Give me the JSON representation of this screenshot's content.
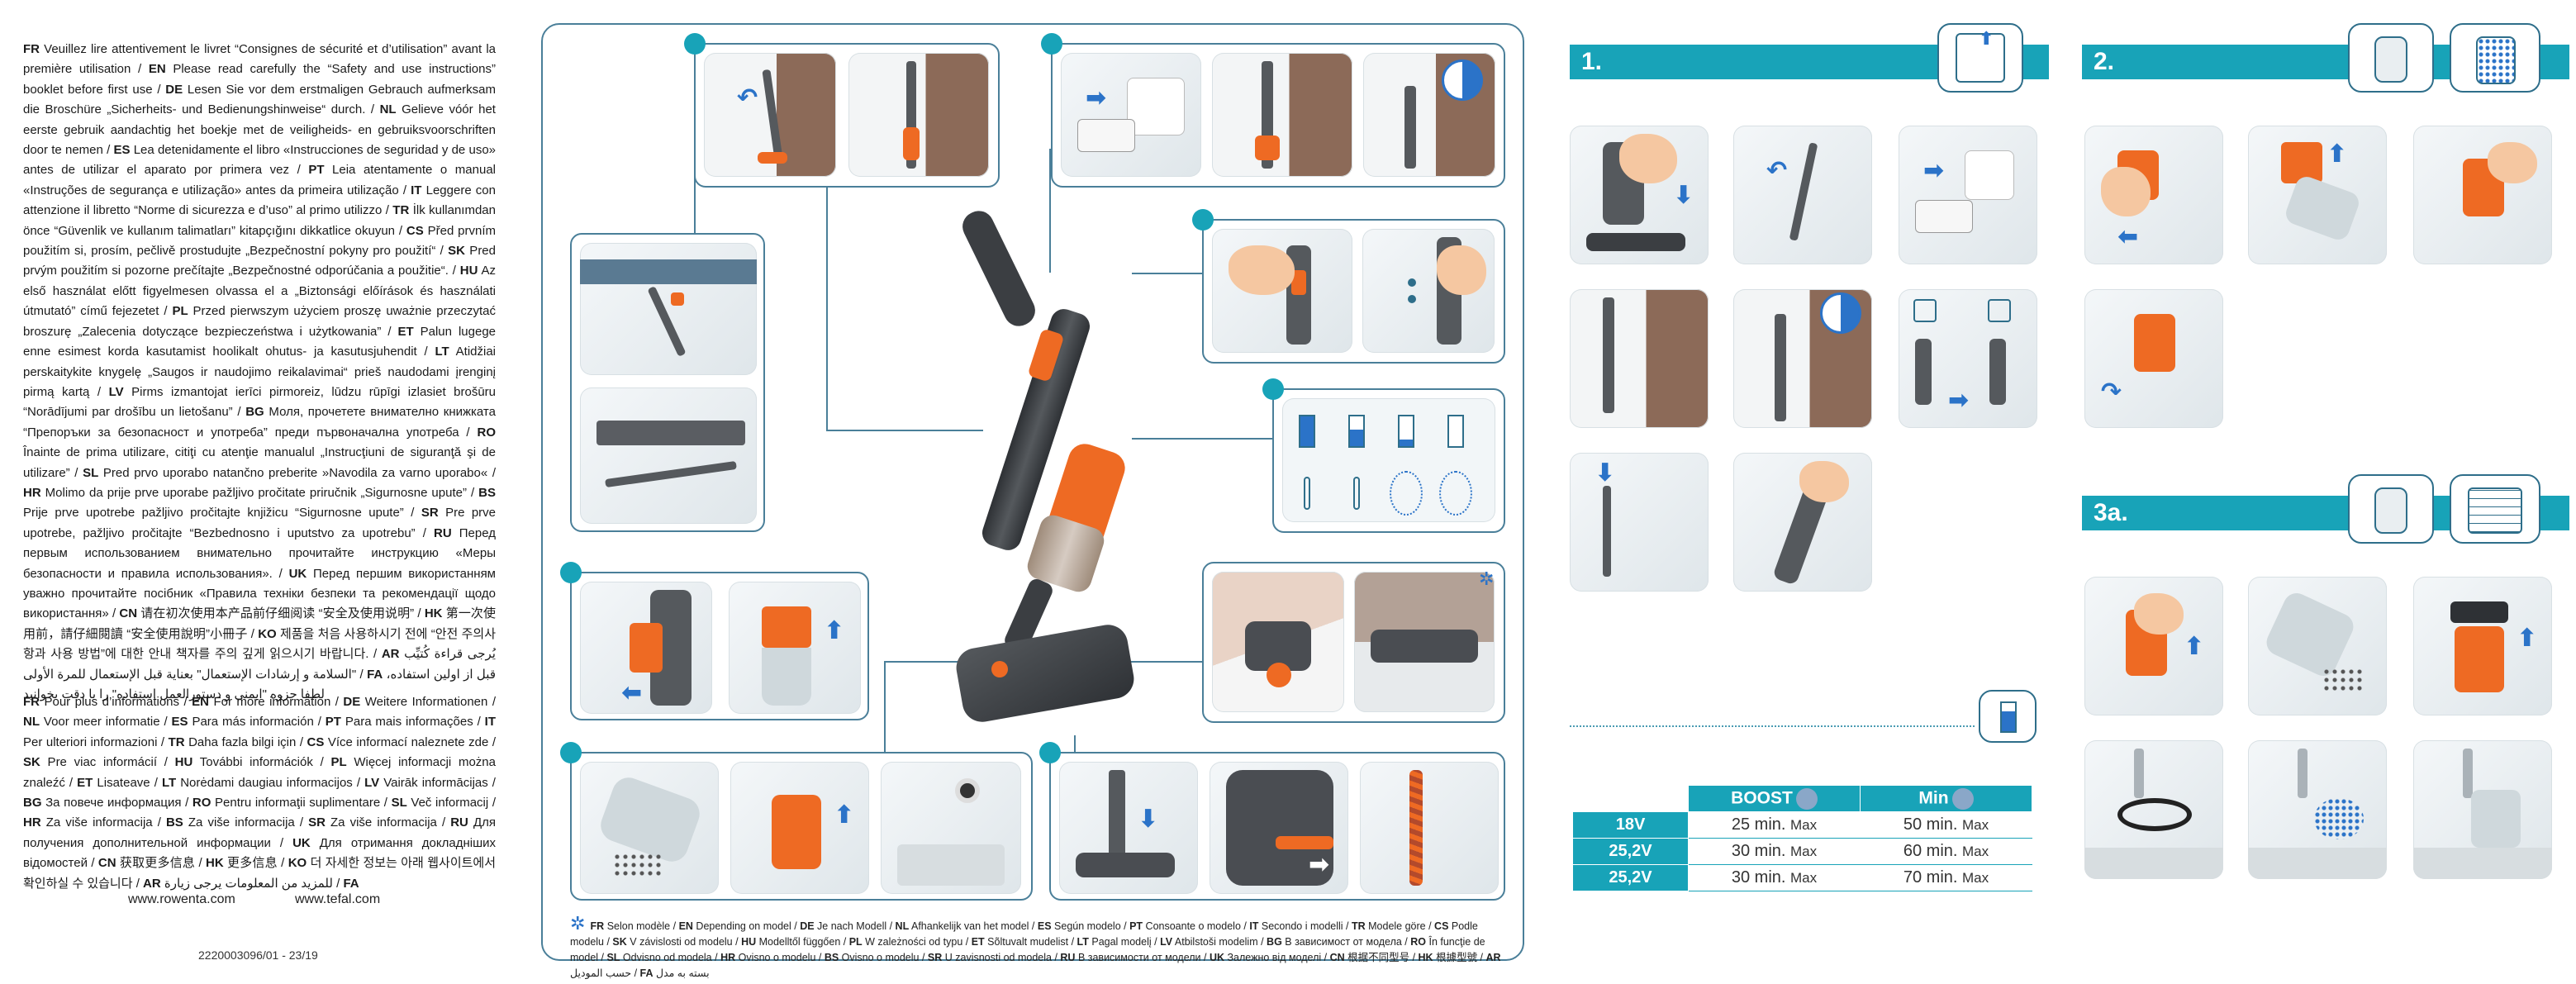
{
  "safety_text": [
    {
      "code": "FR",
      "text": "Veuillez lire attentivement le livret “Consignes de sécurité et d’utilisation” avant la première utilisation"
    },
    {
      "code": "EN",
      "text": "Please read carefully the “Safety and use instructions” booklet before first use"
    },
    {
      "code": "DE",
      "text": "Lesen Sie vor dem erstmaligen Gebrauch aufmerksam die Broschüre „Sicherheits- und Bedienungshinweise“ durch."
    },
    {
      "code": "NL",
      "text": "Gelieve vóór het eerste gebruik aandachtig het boekje met de veiligheids- en gebruiksvoorschriften door te nemen"
    },
    {
      "code": "ES",
      "text": "Lea detenidamente el libro «Instrucciones de seguridad y de uso» antes de utilizar el aparato por primera vez"
    },
    {
      "code": "PT",
      "text": "Leia atentamente o manual «Instruções de segurança e utilização» antes da primeira utilização"
    },
    {
      "code": "IT",
      "text": "Leggere con attenzione il libretto “Norme di sicurezza e d’uso” al primo utilizzo"
    },
    {
      "code": "TR",
      "text": "İlk kullanımdan önce “Güvenlik ve kullanım talimatları” kitapçığını dikkatlice okuyun"
    },
    {
      "code": "CS",
      "text": "Před prvním použitím si, prosím, pečlivě prostudujte „Bezpečnostní pokyny pro použití“"
    },
    {
      "code": "SK",
      "text": "Pred prvým použitím si pozorne prečítajte „Bezpečnostné odporúčania a použitie“."
    },
    {
      "code": "HU",
      "text": "Az első használat előtt figyelmesen olvassa el a „Biztonsági előírások és használati útmutató” című fejezetet"
    },
    {
      "code": "PL",
      "text": "Przed pierwszym użyciem proszę uważnie przeczytać broszurę „Zalecenia dotyczące bezpieczeństwa i użytkowania”"
    },
    {
      "code": "ET",
      "text": "Palun lugege enne esimest korda kasutamist hoolikalt ohutus- ja kasutusjuhendit"
    },
    {
      "code": "LT",
      "text": "Atidžiai perskaitykite knygelę „Saugos ir naudojimo reikalavimai“ prieš naudodami įrenginį pirmą kartą"
    },
    {
      "code": "LV",
      "text": "Pirms izmantojat ierīci pirmoreiz, lūdzu rūpīgi izlasiet brošūru “Norādījumi par drošību un lietošanu”"
    },
    {
      "code": "BG",
      "text": "Моля, прочетете внимателно книжката “Препоръки за безопасност и употреба” преди първоначална употреба"
    },
    {
      "code": "RO",
      "text": "Înainte de prima utilizare, citiţi cu atenţie manualul „Instrucţiuni de siguranţă şi de utilizare”"
    },
    {
      "code": "SL",
      "text": "Pred prvo uporabo natančno preberite »Navodila za varno uporabo«"
    },
    {
      "code": "HR",
      "text": "Molimo da prije prve uporabe pažljivo pročitate priručnik „Sigurnosne upute”"
    },
    {
      "code": "BS",
      "text": "Prije prve upotrebe pažljivo pročitajte knjižicu “Sigurnosne upute”"
    },
    {
      "code": "SR",
      "text": "Pre prve upotrebe, pažljivo pročitajte “Bezbednosno i uputstvo za upotrebu”"
    },
    {
      "code": "RU",
      "text": "Перед первым использованием внимательно прочитайте инструкцию «Меры безопасности и правила использования»."
    },
    {
      "code": "UK",
      "text": "Перед першим використанням уважно прочитайте посібник «Правила техніки безпеки та рекомендації щодо використання»"
    },
    {
      "code": "CN",
      "text": "请在初次使用本产品前仔细阅读 “安全及使用说明”"
    },
    {
      "code": "HK",
      "text": "第一次使用前，請仔細閱讀 “安全使用說明”小冊子"
    },
    {
      "code": "KO",
      "text": "제품을 처음 사용하시기 전에 “안전 주의사항과 사용 방법”에 대한 안내 책자를 주의 깊게 읽으시기 바랍니다."
    },
    {
      "code": "AR",
      "text": "يُرجى قراءة كُتيِّب \"السلامة و إرشادات الإستعمال\" بعناية قبل الإستعمال للمرة الأولى"
    },
    {
      "code": "FA",
      "text": "قبل از اولین استفاده، لطفا جزوه \"ایمنی و دستورالعمل استفاده\" را با دقت بخوانید"
    }
  ],
  "info_text": [
    {
      "code": "FR",
      "text": "Pour plus d’informations"
    },
    {
      "code": "EN",
      "text": "For more information"
    },
    {
      "code": "DE",
      "text": "Weitere Informationen"
    },
    {
      "code": "NL",
      "text": "Voor meer informatie"
    },
    {
      "code": "ES",
      "text": "Para más información"
    },
    {
      "code": "PT",
      "text": "Para mais informações"
    },
    {
      "code": "IT",
      "text": "Per ulteriori informazioni"
    },
    {
      "code": "TR",
      "text": "Daha fazla bilgi için"
    },
    {
      "code": "CS",
      "text": "Více informací naleznete zde"
    },
    {
      "code": "SK",
      "text": "Pre viac informácií"
    },
    {
      "code": "HU",
      "text": "További információk"
    },
    {
      "code": "PL",
      "text": "Więcej informacji można znaleźć"
    },
    {
      "code": "ET",
      "text": "Lisateave"
    },
    {
      "code": "LT",
      "text": "Norėdami daugiau informacijos"
    },
    {
      "code": "LV",
      "text": "Vairāk informācijas"
    },
    {
      "code": "BG",
      "text": "За повече информация"
    },
    {
      "code": "RO",
      "text": "Pentru informaţii suplimentare"
    },
    {
      "code": "SL",
      "text": "Več informacij"
    },
    {
      "code": "HR",
      "text": "Za više informacija"
    },
    {
      "code": "BS",
      "text": "Za više informacija"
    },
    {
      "code": "SR",
      "text": "Za više informacija"
    },
    {
      "code": "RU",
      "text": "Для получения дополнительной информации"
    },
    {
      "code": "UK",
      "text": "Для отримання докладніших відомостей"
    },
    {
      "code": "CN",
      "text": "获取更多信息"
    },
    {
      "code": "HK",
      "text": "更多信息"
    },
    {
      "code": "KO",
      "text": "더 자세한 정보는 아래 웹사이트에서 확인하실 수 있습니다"
    },
    {
      "code": "AR",
      "text": "للمزيد من المعلومات يرجى زيارة"
    },
    {
      "code": "FA",
      "text": ""
    }
  ],
  "urls": {
    "rowenta": "www.rowenta.com",
    "tefal": "www.tefal.com"
  },
  "doc_number": "2220003096/01 - 23/19",
  "sections": {
    "s1": "1.",
    "s2": "2.",
    "s3a": "3a."
  },
  "spec_table": {
    "headers": [
      "BOOST",
      "Min"
    ],
    "rows": [
      {
        "voltage": "18V",
        "boost": "25 min.",
        "boost_unit": "Max",
        "min": "50 min.",
        "min_unit": "Max"
      },
      {
        "voltage": "25,2V",
        "boost": "30 min.",
        "boost_unit": "Max",
        "min": "60 min.",
        "min_unit": "Max"
      },
      {
        "voltage": "25,2V",
        "boost": "30 min.",
        "boost_unit": "Max",
        "min": "70 min.",
        "min_unit": "Max"
      }
    ]
  },
  "footnote": [
    {
      "code": "FR",
      "text": "Selon modèle"
    },
    {
      "code": "EN",
      "text": "Depending on model"
    },
    {
      "code": "DE",
      "text": "Je nach Modell"
    },
    {
      "code": "NL",
      "text": "Afhankelijk van het model"
    },
    {
      "code": "ES",
      "text": "Según modelo"
    },
    {
      "code": "PT",
      "text": "Consoante o modelo"
    },
    {
      "code": "IT",
      "text": "Secondo i modelli"
    },
    {
      "code": "TR",
      "text": "Modele göre"
    },
    {
      "code": "CS",
      "text": "Podle modelu"
    },
    {
      "code": "SK",
      "text": "V závislosti od modelu"
    },
    {
      "code": "HU",
      "text": "Modelltől függően"
    },
    {
      "code": "PL",
      "text": "W zależności od typu"
    },
    {
      "code": "ET",
      "text": "Sõltuvalt mudelist"
    },
    {
      "code": "LT",
      "text": "Pagal modelį"
    },
    {
      "code": "LV",
      "text": "Atbilstoši modelim"
    },
    {
      "code": "BG",
      "text": "В зависимост от модела"
    },
    {
      "code": "RO",
      "text": "În funcţie de model"
    },
    {
      "code": "SL",
      "text": "Odvisno od modela"
    },
    {
      "code": "HR",
      "text": "Ovisno o modelu"
    },
    {
      "code": "BS",
      "text": "Ovisno o modelu"
    },
    {
      "code": "SR",
      "text": "U zavisnosti od modela"
    },
    {
      "code": "RU",
      "text": "В зависимости от модели"
    },
    {
      "code": "UK",
      "text": "Залежно від моделі"
    },
    {
      "code": "CN",
      "text": "根据不同型号"
    },
    {
      "code": "HK",
      "text": "根據型號"
    },
    {
      "code": "AR",
      "text": "حسب الموديل"
    },
    {
      "code": "FA",
      "text": "بسته به مدل"
    }
  ],
  "colors": {
    "teal": "#18a3b8",
    "frame": "#4a7f99",
    "orange": "#ee6a23",
    "arrow": "#2b73c8"
  }
}
